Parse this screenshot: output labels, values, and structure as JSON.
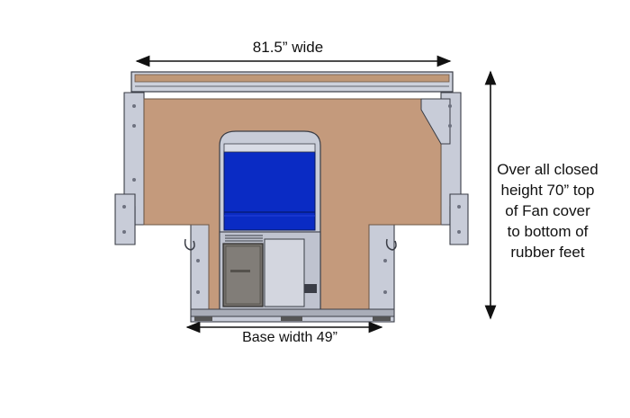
{
  "dimensions": {
    "overall_width": "81.5” wide",
    "base_width": "Base width 49”",
    "height_lines": [
      "Over all closed",
      "height 70” top",
      "of Fan cover",
      "to bottom of",
      "rubber feet"
    ]
  },
  "colors": {
    "wood_panel": "#c49a7c",
    "steel_frame": "#c6cad6",
    "cushion_blue": "#0a2bc4",
    "dark_panel": "#75716c",
    "outline": "#3a3d46"
  }
}
